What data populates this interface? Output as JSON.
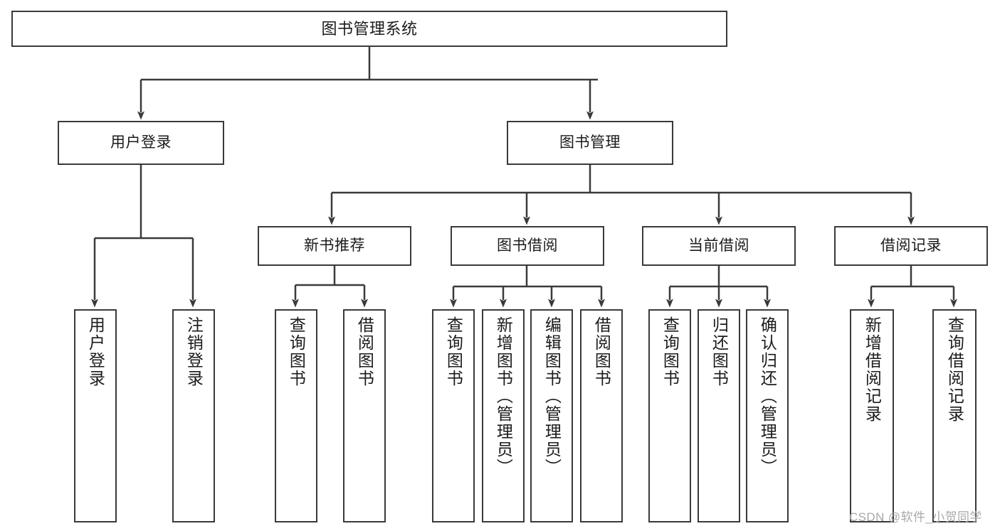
{
  "diagram": {
    "type": "tree-hierarchy",
    "title": "图书管理系统",
    "watermark": "CSDN @软件_小贺同学",
    "colors": {
      "stroke": "#3a3a3a",
      "background": "#ffffff",
      "text": "#1b1b1b",
      "watermark": "#a8a8a8"
    },
    "nodes": {
      "root": {
        "label": "图书管理系统"
      },
      "level2": [
        {
          "label": "用户登录"
        },
        {
          "label": "图书管理"
        }
      ],
      "level3": [
        {
          "label": "新书推荐"
        },
        {
          "label": "图书借阅"
        },
        {
          "label": "当前借阅"
        },
        {
          "label": "借阅记录"
        }
      ],
      "leaves": {
        "user_login": [
          {
            "label": "用户登录"
          },
          {
            "label": "注销登录"
          }
        ],
        "new_book": [
          {
            "label": "查询图书"
          },
          {
            "label": "借阅图书"
          }
        ],
        "book_borrow": [
          {
            "label": "查询图书"
          },
          {
            "label": "新增图书（管理员）"
          },
          {
            "label": "编辑图书（管理员）"
          },
          {
            "label": "借阅图书"
          }
        ],
        "current_borrow": [
          {
            "label": "查询图书"
          },
          {
            "label": "归还图书"
          },
          {
            "label": "确认归还（管理员）"
          }
        ],
        "borrow_record": [
          {
            "label": "新增借阅记录"
          },
          {
            "label": "查询借阅记录"
          }
        ]
      }
    }
  }
}
